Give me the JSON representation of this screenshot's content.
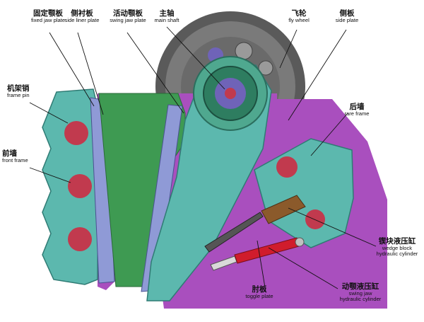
{
  "labels": {
    "fixed_jaw_plate": {
      "zh": "固定颚板",
      "en": "fixed jaw plate"
    },
    "side_liner_plate": {
      "zh": "侧衬板",
      "en": "side liner plate"
    },
    "swing_jaw_plate": {
      "zh": "活动颚板",
      "en": "swing jaw plate"
    },
    "main_shaft": {
      "zh": "主轴",
      "en": "main shaft"
    },
    "fly_wheel": {
      "zh": "飞轮",
      "en": "fly wheel"
    },
    "side_plate": {
      "zh": "侧板",
      "en": "side plate"
    },
    "frame_pin": {
      "zh": "机架销",
      "en": "frame pin"
    },
    "front_frame": {
      "zh": "前墙",
      "en": "front frame"
    },
    "rare_frame": {
      "zh": "后墙",
      "en": "rare frame"
    },
    "wedge_block_cylinder": {
      "zh": "锲块液压缸",
      "en1": "wedge block",
      "en2": "hydraulic cylinder"
    },
    "swing_jaw_cylinder": {
      "zh": "动颚液压缸",
      "en1": "swing jaw",
      "en2": "hydraulic cylinder"
    },
    "toggle_plate": {
      "zh": "肘板",
      "en": "toggle plate"
    }
  },
  "colors": {
    "side_plate": "#a94fbe",
    "frame": "#5cb8ae",
    "frame_dark": "#3d8f88",
    "jaw_green": "#3e9a52",
    "liner_blue": "#8f9ad6",
    "flywheel": "#6f6f6f",
    "flywheel_dark": "#4a4a4a",
    "pin_red": "#c13a4e",
    "cylinder_red": "#d01c2c",
    "leader": "#111111"
  }
}
